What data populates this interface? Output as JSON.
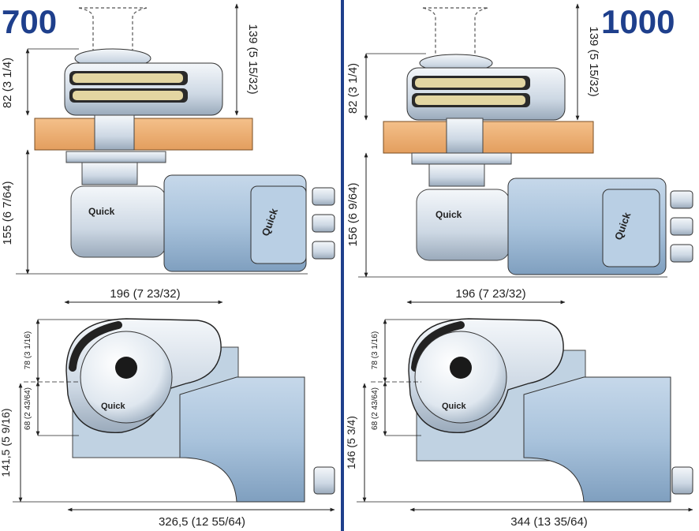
{
  "colors": {
    "accent": "#1e3f8c",
    "motor": "#a9c3dc",
    "deck": "#eeae72",
    "chrome": "#dbe4ee",
    "dim": "#222222"
  },
  "brand": "Quick",
  "left": {
    "model": "700",
    "dims": {
      "top_height": "139 (5 15/32)",
      "gypsy_height": "82 (3 1/4)",
      "below_deck": "155 (6 7/64)",
      "width": "196 (7 23/32)",
      "upper_offset": "78 (3 1/16)",
      "lower_offset": "68 (2 43/64)",
      "side_height": "141,5 (5 9/16)",
      "total_length": "326,5 (12 55/64)"
    }
  },
  "right": {
    "model": "1000",
    "dims": {
      "top_height": "139 (5 15/32)",
      "gypsy_height": "82 (3 1/4)",
      "below_deck": "156 (6 9/64)",
      "width": "196 (7 23/32)",
      "upper_offset": "78 (3 1/16)",
      "lower_offset": "68 (2 43/64)",
      "side_height": "146 (5 3/4)",
      "total_length": "344 (13 35/64)"
    }
  }
}
